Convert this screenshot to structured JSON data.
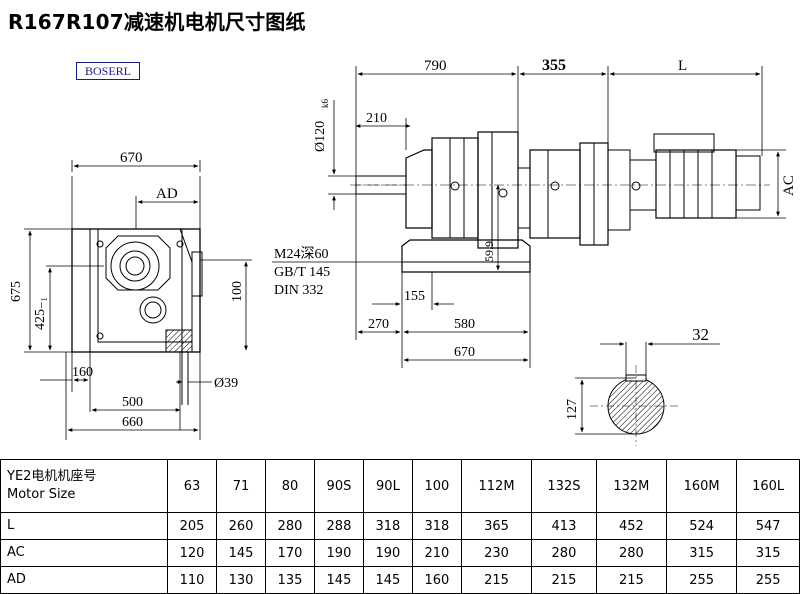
{
  "title": "R167R107减速机电机尺寸图纸",
  "logo": "BOSERL",
  "dims": {
    "d670_top": "670",
    "ad": "AD",
    "d675": "675",
    "d425": "425₋₁",
    "d100": "100",
    "d160": "160",
    "d39": "Ø39",
    "d500": "500",
    "d660": "660",
    "d790": "790",
    "d355": "355",
    "dL": "L",
    "d120": "Ø120",
    "d120_tol": "k6",
    "d210": "210",
    "dAC": "AC",
    "d59": "59.9",
    "d155": "155",
    "d270": "270",
    "d580": "580",
    "d670_bottom": "670",
    "d32": "32",
    "d127": "127",
    "note1": "M24深60",
    "note2": "GB/T 145",
    "note3": "DIN 332"
  },
  "table": {
    "header_line1": "YE2电机机座号",
    "header_line2": "Motor Size",
    "sizes": [
      "63",
      "71",
      "80",
      "90S",
      "90L",
      "100",
      "112M",
      "132S",
      "132M",
      "160M",
      "160L"
    ],
    "rows": [
      {
        "label": "L",
        "values": [
          "205",
          "260",
          "280",
          "288",
          "318",
          "318",
          "365",
          "413",
          "452",
          "524",
          "547"
        ]
      },
      {
        "label": "AC",
        "values": [
          "120",
          "145",
          "170",
          "190",
          "190",
          "210",
          "230",
          "280",
          "280",
          "315",
          "315"
        ]
      },
      {
        "label": "AD",
        "values": [
          "110",
          "130",
          "135",
          "145",
          "145",
          "160",
          "215",
          "215",
          "215",
          "255",
          "255"
        ]
      }
    ]
  }
}
